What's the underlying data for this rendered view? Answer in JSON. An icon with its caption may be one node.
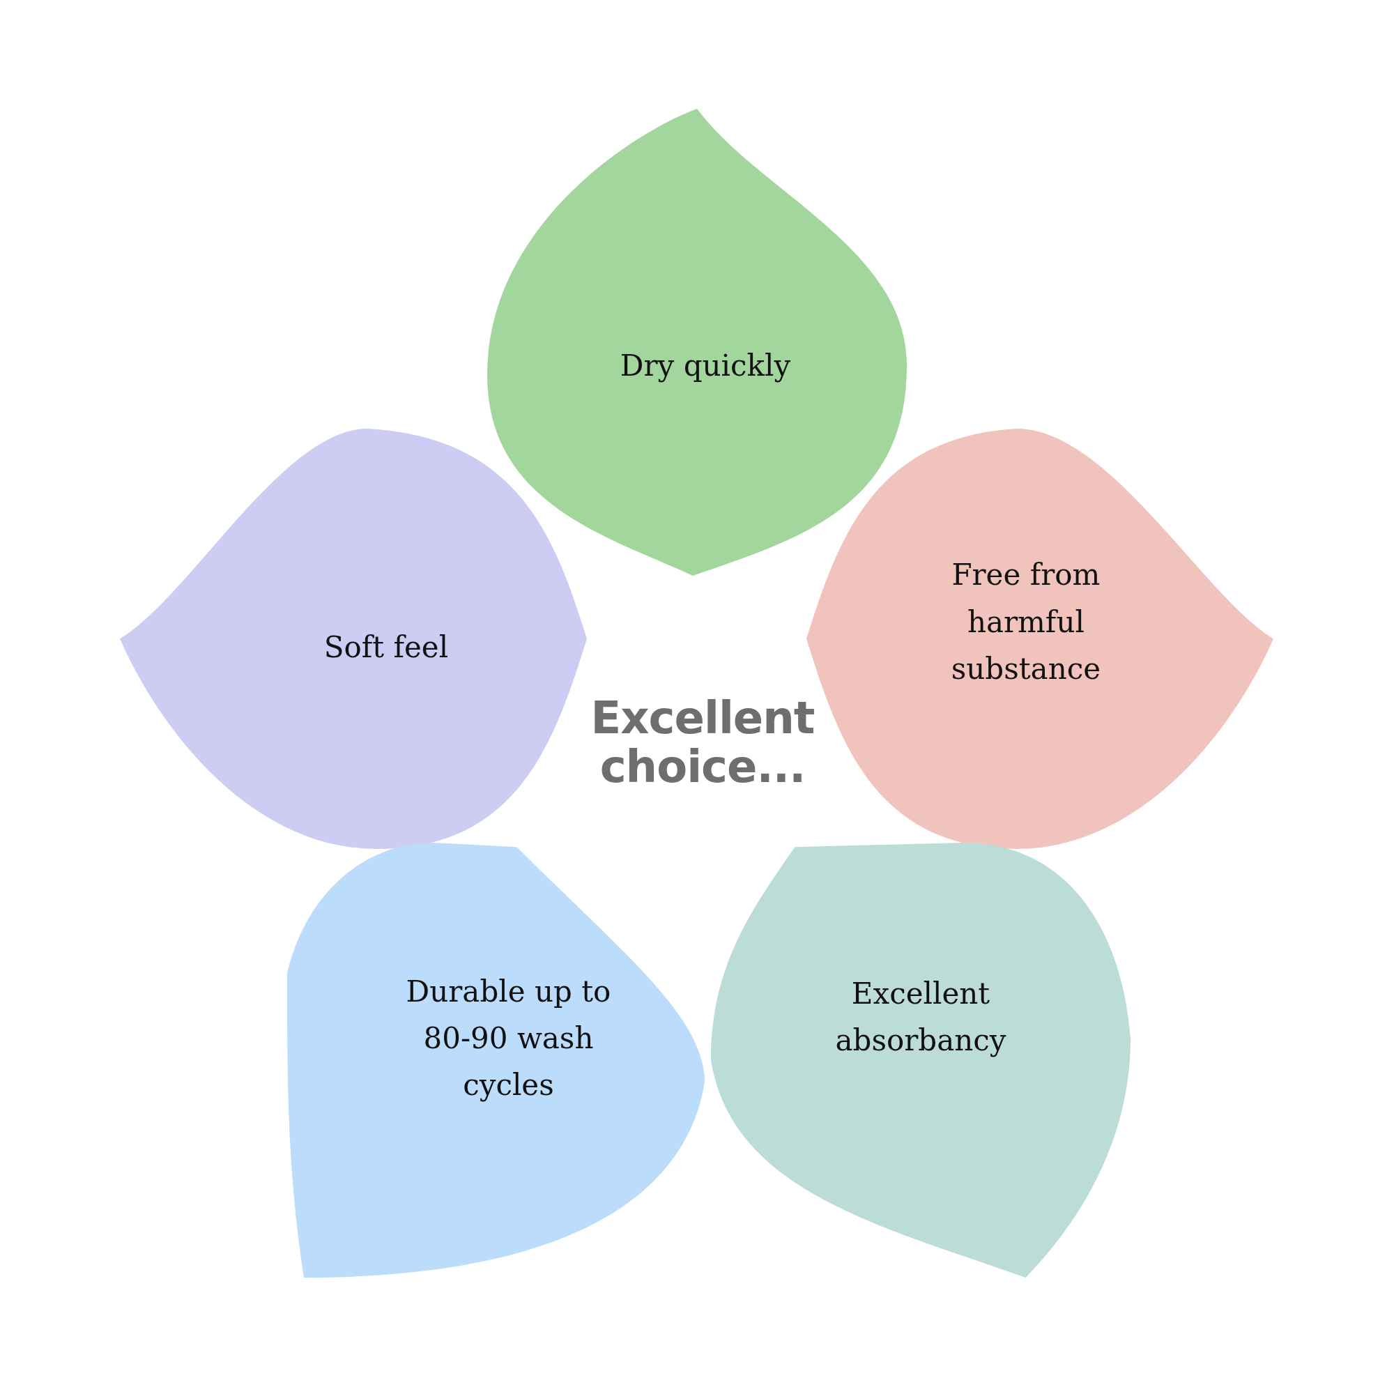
{
  "diagram": {
    "nodes": [
      {
        "text": [
          "Dry quickly"
        ]
      },
      {
        "text": [
          "Soft feel"
        ]
      },
      {
        "text": [
          "Free from harmful substance"
        ]
      },
      {
        "text": [
          "Durable up to 80-90 wash cycles"
        ]
      },
      {
        "text": [
          "Excellent absorbancy"
        ]
      }
    ],
    "labels": [
      "Excellent choice..."
    ]
  }
}
